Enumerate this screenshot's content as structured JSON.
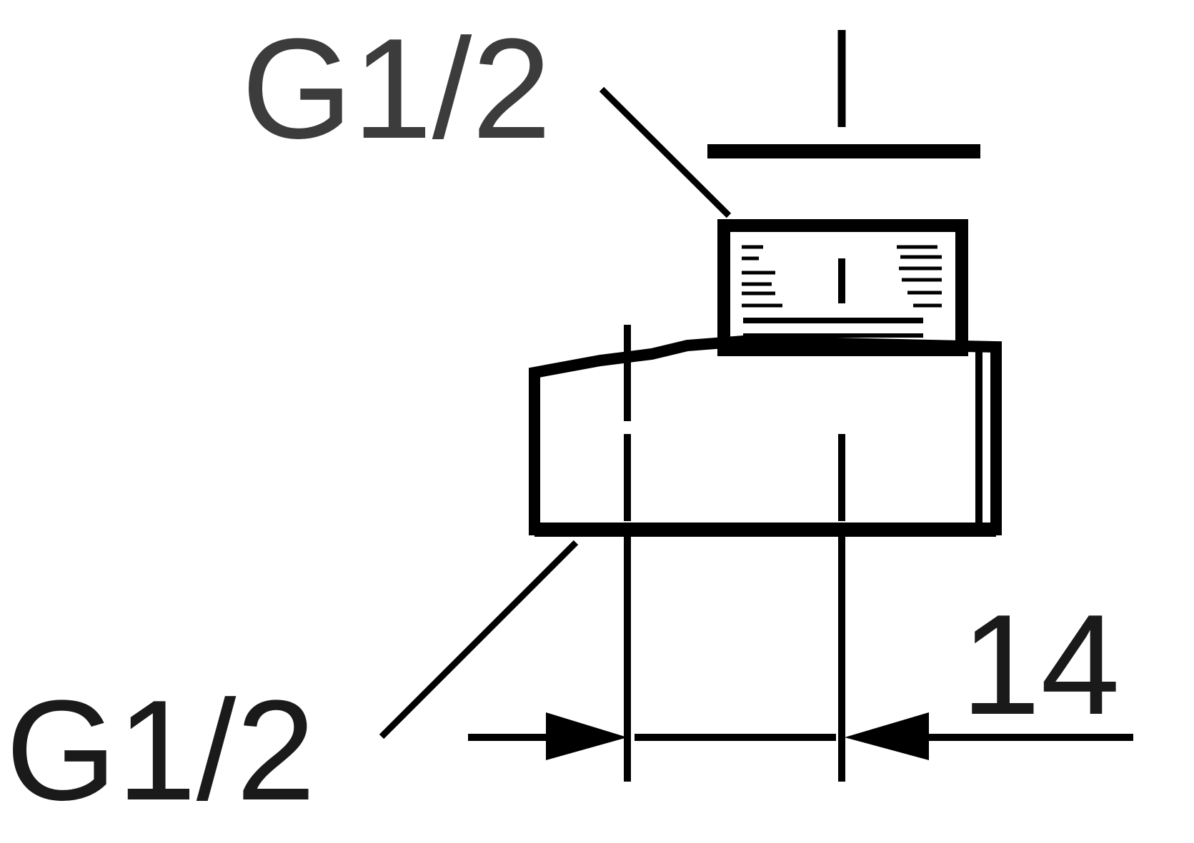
{
  "labels": {
    "top_thread": "G1/2",
    "bottom_thread": "G1/2",
    "dimension": "14"
  },
  "colors": {
    "line": "#000000",
    "label_top": "#3c3c3c",
    "label_bottom": "#1a1a1a",
    "background": "#ffffff"
  }
}
